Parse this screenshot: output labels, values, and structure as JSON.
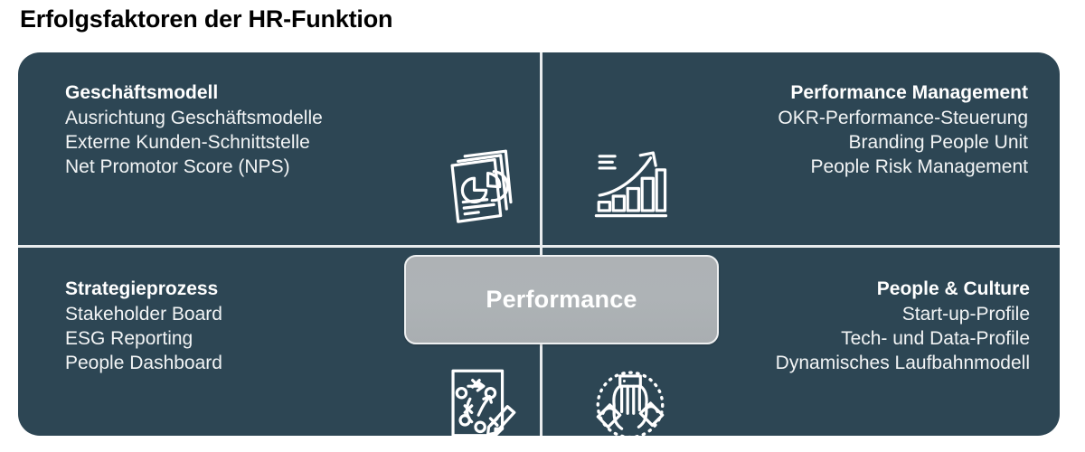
{
  "page_title": "Erfolgsfaktoren der HR-Funktion",
  "colors": {
    "panel_background": "#2d4654",
    "divider": "#e9ecee",
    "text_primary": "#ffffff",
    "title": "#000000",
    "badge_fill": "#aeb2b5",
    "badge_border": "#eef0f1"
  },
  "center": {
    "label": "Performance"
  },
  "quadrants": {
    "top_left": {
      "title": "Geschäftsmodell",
      "lines": [
        "Ausrichtung Geschäftsmodelle",
        "Externe Kunden-Schnittstelle",
        "Net Promotor Score (NPS)"
      ],
      "icon": "documents-pie-chart-icon"
    },
    "top_right": {
      "title": "Performance Management",
      "lines": [
        "OKR-Performance-Steuerung",
        "Branding People Unit",
        "People Risk Management"
      ],
      "icon": "growth-bar-chart-arrow-icon"
    },
    "bottom_left": {
      "title": "Strategieprozess",
      "lines": [
        "Stakeholder Board",
        "ESG Reporting",
        "People Dashboard"
      ],
      "icon": "strategy-playbook-pencil-icon"
    },
    "bottom_right": {
      "title": "People & Culture",
      "lines": [
        "Start-up-Profile",
        "Tech- und Data-Profile",
        "Dynamisches Laufbahnmodell"
      ],
      "icon": "teamwork-hands-icon"
    }
  }
}
